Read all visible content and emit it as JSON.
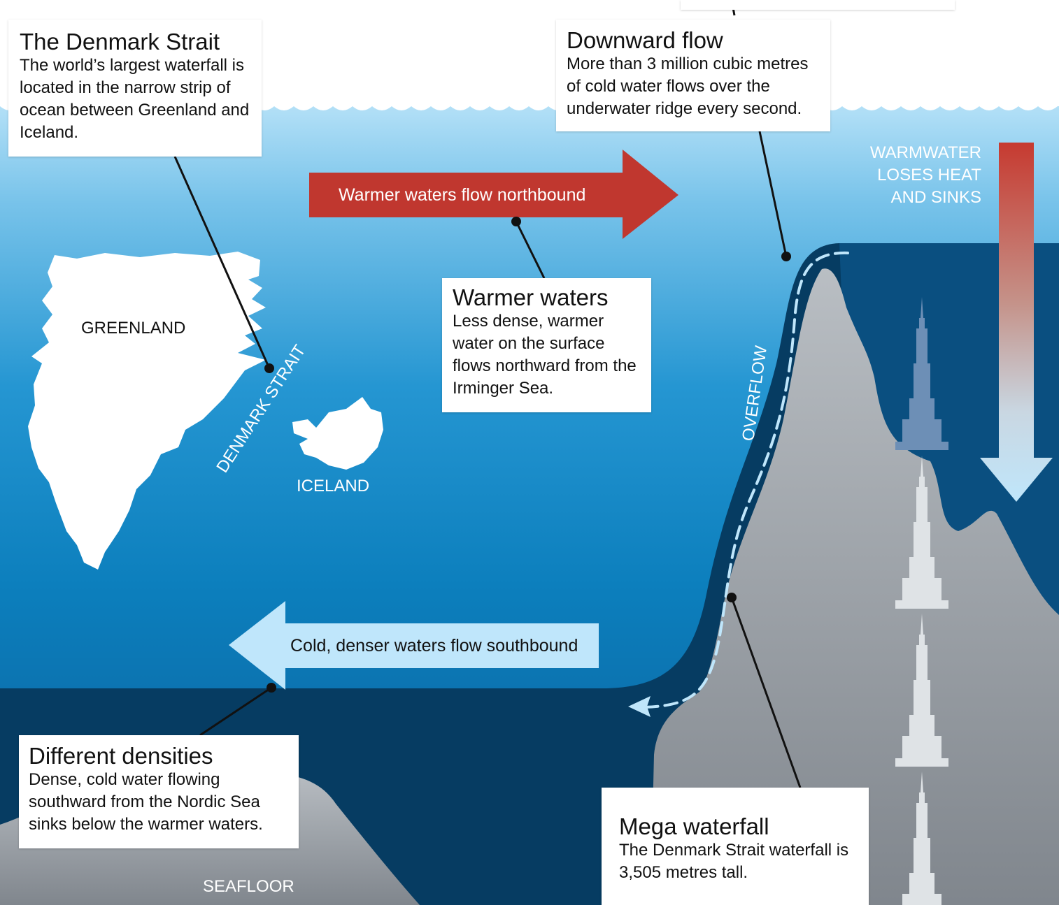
{
  "cards": {
    "denmark": {
      "title": "The Denmark Strait",
      "body": "The world’s largest waterfall is located in the narrow strip of ocean between Greenland and Iceland."
    },
    "downward": {
      "title": "Downward flow",
      "body": "More than 3 million cubic metres of cold water flows over the underwater ridge every second."
    },
    "warmer": {
      "title": "Warmer waters",
      "body": "Less dense, warmer water on the surface flows northward from the Irminger Sea."
    },
    "densities": {
      "title": "Different densities",
      "body": "Dense, cold water flowing southward from the Nordic Sea sinks below the warmer waters."
    },
    "mega": {
      "title": "Mega waterfall",
      "body": "The Denmark Strait waterfall is 3,505 metres tall."
    }
  },
  "labels": {
    "greenland": "GREENLAND",
    "iceland": "ICELAND",
    "denmark_strait": "DENMARK STRAIT",
    "overflow": "OVERFLOW",
    "warm_sinks": [
      "WARMWATER",
      "LOSES HEAT",
      "AND SINKS"
    ],
    "seafloor": "SEAFLOOR"
  },
  "arrows": {
    "northbound": "Warmer waters flow northbound",
    "southbound": "Cold, denser waters flow southbound"
  },
  "colors": {
    "sky": "#ffffff",
    "surface_water": "#a7daf5",
    "mid_water": "#1487c5",
    "deep_water": "#0a5a90",
    "dense_water": "#063c62",
    "seafloor": "#9aa1a8",
    "warm_arrow": "#c0372f",
    "cold_arrow": "#bfe6fb",
    "building_blue": "#6d8fb6",
    "building_grey": "#dfe3e6"
  }
}
